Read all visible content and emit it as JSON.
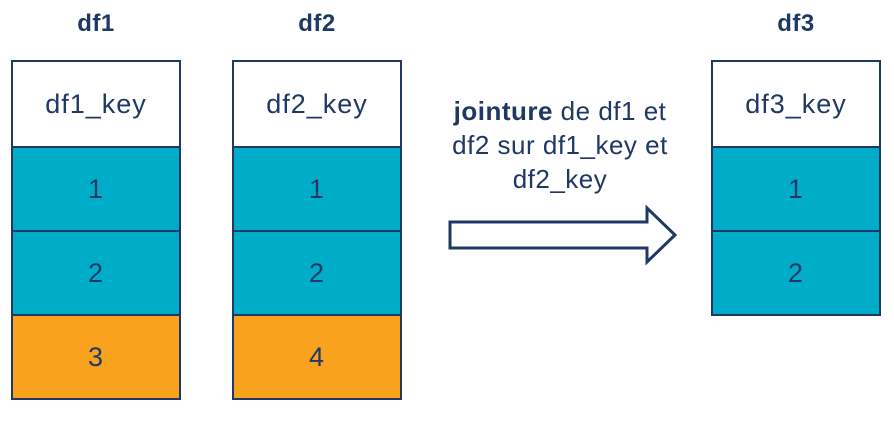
{
  "colors": {
    "navy": "#1f3864",
    "teal": "#00adc9",
    "orange": "#f9a21d",
    "white": "#ffffff"
  },
  "tables": [
    {
      "title": "df1",
      "header": "df1_key",
      "rows": [
        {
          "value": "1",
          "color": "teal"
        },
        {
          "value": "2",
          "color": "teal"
        },
        {
          "value": "3",
          "color": "orange"
        }
      ]
    },
    {
      "title": "df2",
      "header": "df2_key",
      "rows": [
        {
          "value": "1",
          "color": "teal"
        },
        {
          "value": "2",
          "color": "teal"
        },
        {
          "value": "4",
          "color": "orange"
        }
      ]
    },
    {
      "title": "df3",
      "header": "df3_key",
      "rows": [
        {
          "value": "1",
          "color": "teal"
        },
        {
          "value": "2",
          "color": "teal"
        }
      ]
    }
  ],
  "annotation": {
    "line1_bold": "jointure",
    "line1_rest": " de df1 et",
    "line2": "df2 sur df1_key et",
    "line3": "df2_key"
  },
  "arrow": {
    "icon": "right-arrow-icon"
  }
}
